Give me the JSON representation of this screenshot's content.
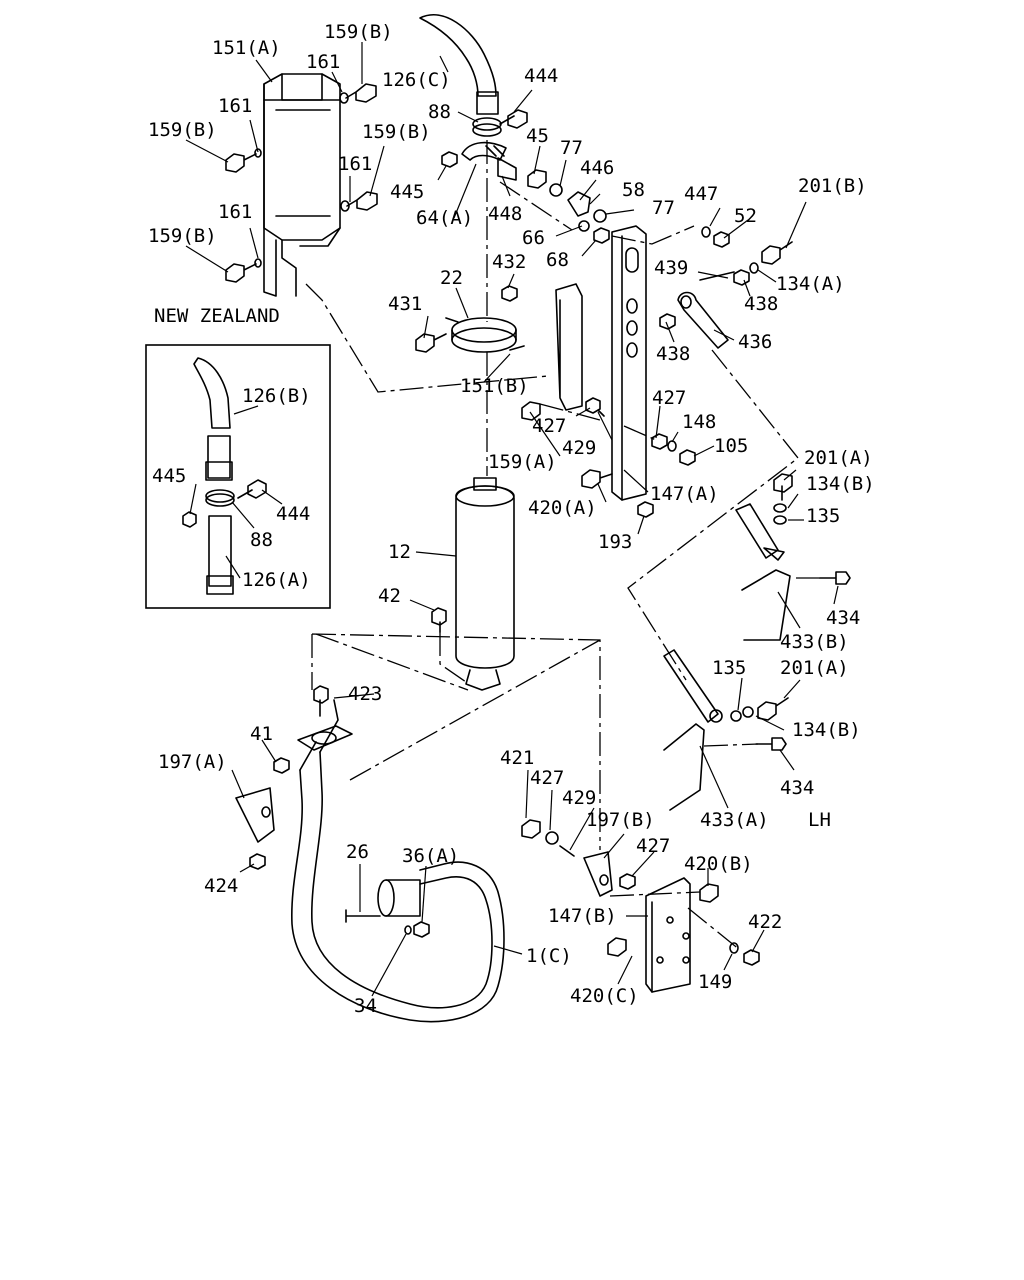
{
  "diagram": {
    "region_labels": {
      "new_zealand": "NEW ZEALAND",
      "lh": "LH"
    },
    "callouts": [
      {
        "id": "c151A",
        "text": "151(A)"
      },
      {
        "id": "c159B_1",
        "text": "159(B)"
      },
      {
        "id": "c126C",
        "text": "126(C)"
      },
      {
        "id": "c444_top",
        "text": "444"
      },
      {
        "id": "c161_1",
        "text": "161"
      },
      {
        "id": "c161_2",
        "text": "161"
      },
      {
        "id": "c159B_2",
        "text": "159(B)"
      },
      {
        "id": "c88_top",
        "text": "88"
      },
      {
        "id": "c159B_3",
        "text": "159(B)"
      },
      {
        "id": "c45",
        "text": "45"
      },
      {
        "id": "c77_1",
        "text": "77"
      },
      {
        "id": "c161_3",
        "text": "161"
      },
      {
        "id": "c446",
        "text": "446"
      },
      {
        "id": "c445_top",
        "text": "445"
      },
      {
        "id": "c58",
        "text": "58"
      },
      {
        "id": "c447",
        "text": "447"
      },
      {
        "id": "c201B",
        "text": "201(B)"
      },
      {
        "id": "c64A",
        "text": "64(A)"
      },
      {
        "id": "c448",
        "text": "448"
      },
      {
        "id": "c77_2",
        "text": "77"
      },
      {
        "id": "c52",
        "text": "52"
      },
      {
        "id": "c161_4",
        "text": "161"
      },
      {
        "id": "c66",
        "text": "66"
      },
      {
        "id": "c159B_4",
        "text": "159(B)"
      },
      {
        "id": "c68",
        "text": "68"
      },
      {
        "id": "c22",
        "text": "22"
      },
      {
        "id": "c432",
        "text": "432"
      },
      {
        "id": "c439",
        "text": "439"
      },
      {
        "id": "c134A",
        "text": "134(A)"
      },
      {
        "id": "c438_1",
        "text": "438"
      },
      {
        "id": "c431",
        "text": "431"
      },
      {
        "id": "c436",
        "text": "436"
      },
      {
        "id": "c438_2",
        "text": "438"
      },
      {
        "id": "c126B",
        "text": "126(B)"
      },
      {
        "id": "c151B",
        "text": "151(B)"
      },
      {
        "id": "c427_1",
        "text": "427"
      },
      {
        "id": "c148",
        "text": "148"
      },
      {
        "id": "c427_2",
        "text": "427"
      },
      {
        "id": "c105",
        "text": "105"
      },
      {
        "id": "c429_1",
        "text": "429"
      },
      {
        "id": "c201A_1",
        "text": "201(A)"
      },
      {
        "id": "c159A",
        "text": "159(A)"
      },
      {
        "id": "c445_inset",
        "text": "445"
      },
      {
        "id": "c134B_1",
        "text": "134(B)"
      },
      {
        "id": "c147A",
        "text": "147(A)"
      },
      {
        "id": "c420A",
        "text": "420(A)"
      },
      {
        "id": "c444_inset",
        "text": "444"
      },
      {
        "id": "c135_1",
        "text": "135"
      },
      {
        "id": "c88_inset",
        "text": "88"
      },
      {
        "id": "c193",
        "text": "193"
      },
      {
        "id": "c12",
        "text": "12"
      },
      {
        "id": "c126A",
        "text": "126(A)"
      },
      {
        "id": "c42",
        "text": "42"
      },
      {
        "id": "c434_1",
        "text": "434"
      },
      {
        "id": "c433B",
        "text": "433(B)"
      },
      {
        "id": "c135_2",
        "text": "135"
      },
      {
        "id": "c201A_2",
        "text": "201(A)"
      },
      {
        "id": "c423",
        "text": "423"
      },
      {
        "id": "c134B_2",
        "text": "134(B)"
      },
      {
        "id": "c41",
        "text": "41"
      },
      {
        "id": "c421",
        "text": "421"
      },
      {
        "id": "c197A",
        "text": "197(A)"
      },
      {
        "id": "c434_2",
        "text": "434"
      },
      {
        "id": "c427_3",
        "text": "427"
      },
      {
        "id": "c429_2",
        "text": "429"
      },
      {
        "id": "c433A",
        "text": "433(A)"
      },
      {
        "id": "c197B",
        "text": "197(B)"
      },
      {
        "id": "c26",
        "text": "26"
      },
      {
        "id": "c36A",
        "text": "36(A)"
      },
      {
        "id": "c427_4",
        "text": "427"
      },
      {
        "id": "c420B",
        "text": "420(B)"
      },
      {
        "id": "c424",
        "text": "424"
      },
      {
        "id": "c147B",
        "text": "147(B)"
      },
      {
        "id": "c422",
        "text": "422"
      },
      {
        "id": "c1C",
        "text": "1(C)"
      },
      {
        "id": "c149",
        "text": "149"
      },
      {
        "id": "c420C",
        "text": "420(C)"
      },
      {
        "id": "c34",
        "text": "34"
      }
    ]
  }
}
